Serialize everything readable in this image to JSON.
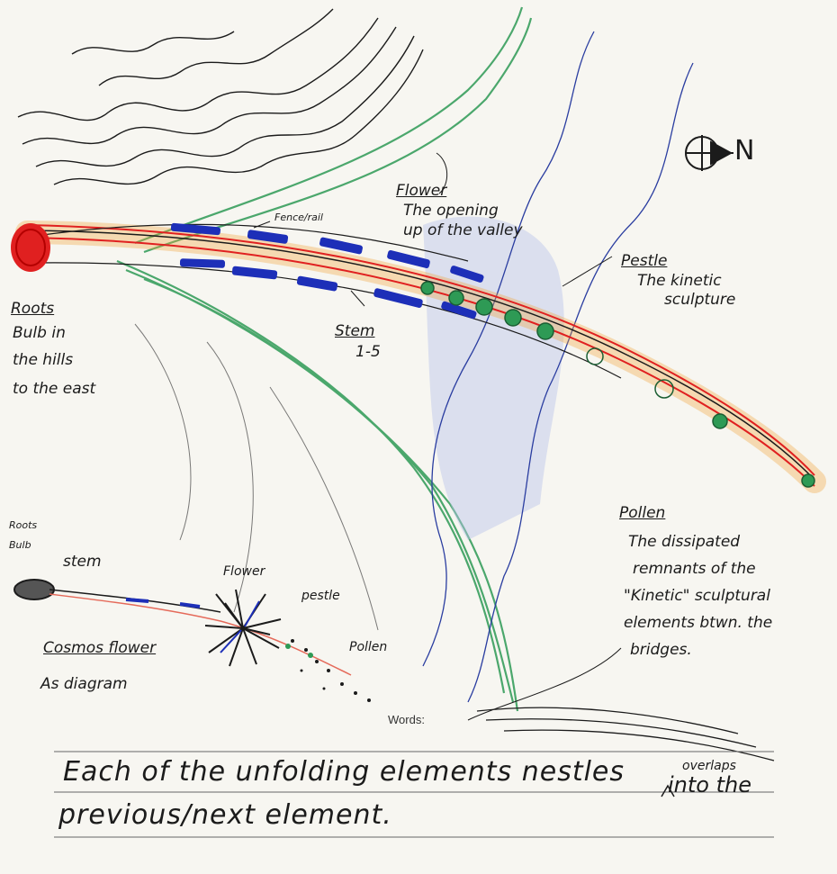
{
  "colors": {
    "paper": "#f7f6f1",
    "ink": "#1b1b1b",
    "red": "#e02020",
    "blue": "#1d2fb8",
    "green": "#2e9a55",
    "lightblue": "#b9c3ea",
    "orange": "#f1a23a"
  },
  "annotations": {
    "flower_head": "Flower",
    "flower_line1": "The opening",
    "flower_line2": "up of the valley",
    "fence": "Fence/rail",
    "pestle_head": "Pestle",
    "pestle_line1": "The kinetic",
    "pestle_line2": "sculpture",
    "roots_head": "Roots",
    "roots_line1": "Bulb in",
    "roots_line2": "the hills",
    "roots_line3": "to the east",
    "stem_head": "Stem",
    "stem_num": "1-5",
    "pollen_head": "Pollen",
    "pollen_line1": "The dissipated",
    "pollen_line2": "remnants of the",
    "pollen_line3": "\"Kinetic\" sculptural",
    "pollen_line4": "elements btwn. the",
    "pollen_line5": "bridges."
  },
  "diagram": {
    "roots_small": "Roots",
    "bulb_small": "Bulb",
    "stem": "stem",
    "flower": "Flower",
    "pestle": "pestle",
    "pollen": "Pollen",
    "title": "Cosmos flower",
    "subtitle": "As diagram"
  },
  "north_label": "N",
  "words_label": "Words:",
  "caption": {
    "line1_a": "Each of the unfolding elements nestles",
    "line1_b": "into the",
    "line2": "previous/next element.",
    "overlaps": "overlaps"
  }
}
